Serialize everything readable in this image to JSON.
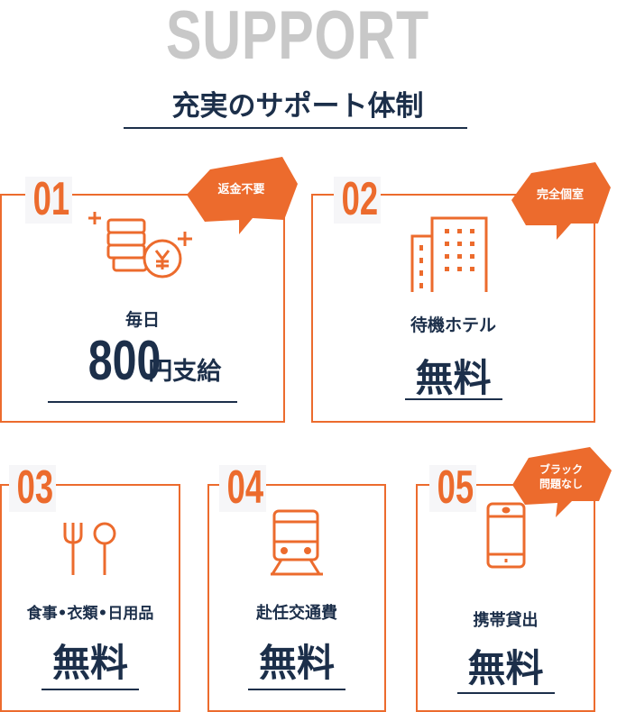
{
  "header": {
    "eyebrow": "SUPPORT",
    "title": "充実のサポート体制"
  },
  "cards": [
    {
      "number": "01",
      "badge": "返金不要",
      "label": "毎日",
      "value": "800",
      "value_suffix": "円支給",
      "icon": "yen-coins-icon"
    },
    {
      "number": "02",
      "badge": "完全個室",
      "label": "待機ホテル",
      "value": "無料",
      "icon": "building-icon"
    },
    {
      "number": "03",
      "label": "食事•衣類•日用品",
      "value": "無料",
      "icon": "fork-spoon-icon"
    },
    {
      "number": "04",
      "label": "赴任交通費",
      "value": "無料",
      "icon": "train-icon"
    },
    {
      "number": "05",
      "badge_line1": "ブラック",
      "badge_line2": "問題なし",
      "label": "携帯貸出",
      "value": "無料",
      "icon": "smartphone-icon"
    }
  ],
  "colors": {
    "accent": "#ec6b2d",
    "navy": "#1c2f4a",
    "grey": "#c8c8c8"
  }
}
